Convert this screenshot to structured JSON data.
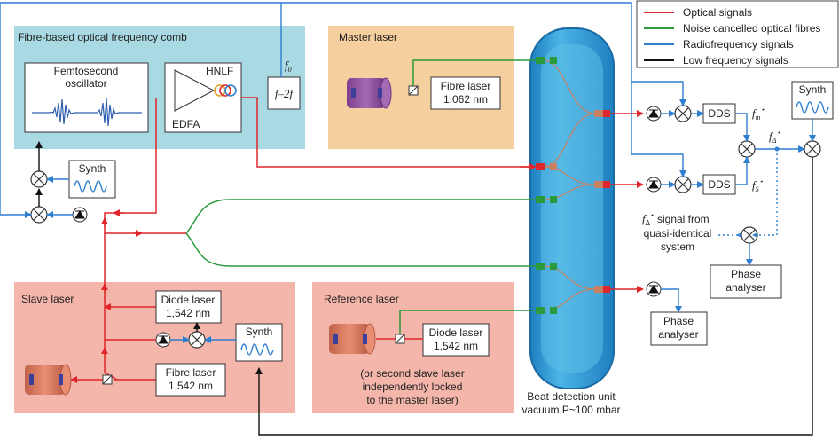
{
  "legend": {
    "items": [
      {
        "label": "Optical signals",
        "color": "#e0262b"
      },
      {
        "label": "Noise cancelled optical fibres",
        "color": "#2a9a3c"
      },
      {
        "label": "Radiofrequency signals",
        "color": "#2f7fd0"
      },
      {
        "label": "Low frequency signals",
        "color": "#111111"
      }
    ]
  },
  "comb": {
    "title": "Fibre-based optical frequency comb",
    "oscillator": "Femtosecond",
    "oscillator2": "oscillator",
    "hnlf": "HNLF",
    "edfa": "EDFA",
    "f0": "f",
    "f0_sub": "0",
    "f2f": "f–2f"
  },
  "master": {
    "title": "Master laser",
    "fibre": "Fibre laser",
    "fibre_nm": "1,062 nm"
  },
  "slave": {
    "title": "Slave laser",
    "diode": "Diode laser",
    "diode_nm": "1,542 nm",
    "fibre": "Fibre laser",
    "fibre_nm": "1,542 nm",
    "synth": "Synth"
  },
  "reference": {
    "title": "Reference laser",
    "diode": "Diode laser",
    "diode_nm": "1,542 nm",
    "note1": "(or second slave laser",
    "note2": "independently locked",
    "note3": "to the master laser)"
  },
  "synth_left": "Synth",
  "synth_right": "Synth",
  "beat": {
    "line1": "Beat detection unit",
    "line2": "vacuum P~100 mbar"
  },
  "dds1": "DDS",
  "dds2": "DDS",
  "fm": "f",
  "fm_sub": "m",
  "fs": "f",
  "fs_sub": "S",
  "fdelta": "f",
  "fdelta_sub": "Δ",
  "star": "⋆",
  "signal_from1": "signal from",
  "signal_from2": "quasi-identical",
  "signal_from3": "system",
  "phase1": "Phase",
  "phase1b": "analyser",
  "phase2": "Phase",
  "phase2b": "analyser"
}
